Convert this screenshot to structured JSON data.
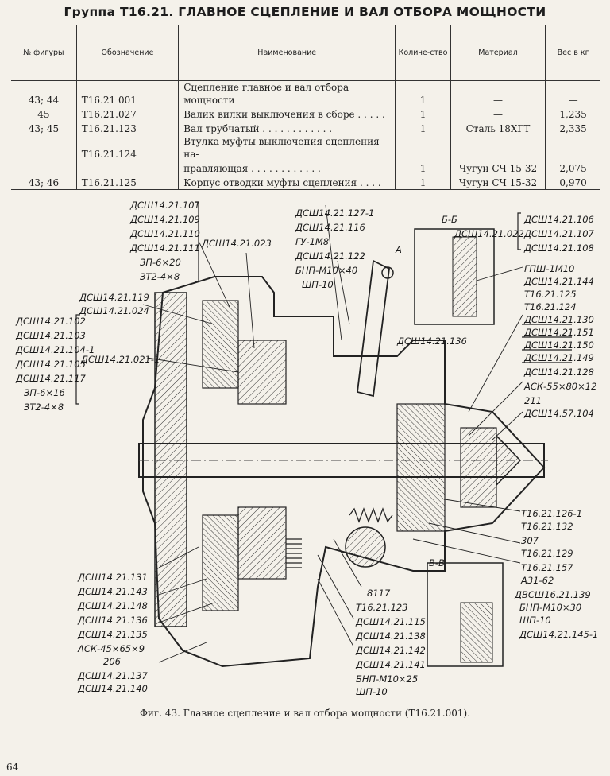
{
  "title": "Группа Т16.21. ГЛАВНОЕ СЦЕПЛЕНИЕ И ВАЛ ОТБОРА МОЩНОСТИ",
  "table": {
    "headers": [
      "№ фигуры",
      "Обозначение",
      "Наименование",
      "Количе-ство",
      "Материал",
      "Вес в кг"
    ],
    "rows": [
      {
        "fig": "43; 44",
        "code": "Т16.21 001",
        "name": "Сцепление главное и вал отбора мощности",
        "qty": "1",
        "mat": "—",
        "weight": "—"
      },
      {
        "fig": "45",
        "code": "Т16.21.027",
        "name": "Валик вилки выключения в сборе . . . . .",
        "qty": "1",
        "mat": "—",
        "weight": "1,235"
      },
      {
        "fig": "43; 45",
        "code": "Т16.21.123",
        "name": "Вал трубчатый . . . . . . . . . . . .",
        "qty": "1",
        "mat": "Сталь 18ХГТ",
        "weight": "2,335"
      },
      {
        "fig": "",
        "code": "Т16.21.124",
        "name": "Втулка муфты выключения сцепления на-",
        "qty": "",
        "mat": "",
        "weight": ""
      },
      {
        "fig": "",
        "code": "",
        "name": "правляющая . . . . . . . . . . . .",
        "qty": "1",
        "mat": "Чугун СЧ 15-32",
        "weight": "2,075"
      },
      {
        "fig": "43; 46",
        "code": "Т16.21.125",
        "name": "Корпус отводки муфты сцепления . . . .",
        "qty": "1",
        "mat": "Чугун СЧ 15-32",
        "weight": "0,970"
      }
    ]
  },
  "labels": {
    "left_top": [
      "ДСШ14.21.101",
      "ДСШ14.21.109",
      "ДСШ14.21.110",
      "ДСШ14.21.111",
      "ЗП-6×20",
      "ЗТ2-4×8"
    ],
    "left_top_ref": "ДСШ14.21.023",
    "left_mid_a": [
      "ДСШ14.21.119",
      "ДСШ14.21.024"
    ],
    "left_mid_b": [
      "ДСШ14.21.102",
      "ДСШ14.21.103",
      "ДСШ14.21.104-1",
      "ДСШ14.21.105",
      "ДСШ14.21.117",
      "ЗП-6×16",
      "ЗТ2-4×8"
    ],
    "left_mid_ref": "ДСШ14.21.021-1",
    "top_center": [
      "ДСШ14.21.127-1",
      "ДСШ14.21.116",
      "ГУ-1М8",
      "ДСШ14.21.122",
      "БНП-М10×40",
      "ШП-10"
    ],
    "section_bb": "Б-Б",
    "section_bb_ref": "ДСШ14.21.022",
    "top_right": [
      "ДСШ14.21.106",
      "ДСШ14.21.107",
      "ДСШ14.21.108"
    ],
    "arrow_a": "А",
    "mid_136": "ДСШ14.21.136",
    "right": [
      "ГПШ-1М10",
      "ДСШ14.21.144",
      "Т16.21.125",
      "Т16.21.124",
      "ДСШ14.21.130",
      "ДСШ14.21.151",
      "ДСШ14.21.150",
      "ДСШ14.21.149",
      "ДСШ14.21.128",
      "АСК-55×80×12",
      "211",
      "ДСШ14.57.104"
    ],
    "right_lower": [
      "Т16.21.126-1",
      "Т16.21.132",
      "307",
      "Т16.21.129",
      "Т16.21.157",
      "А31-62",
      "ДВСШ16.21.139",
      "БНП-М10×30",
      "ШП-10",
      "ДСШ14.21.145-1"
    ],
    "section_vv": "В-В",
    "bottom_left": [
      "ДСШ14.21.131",
      "ДСШ14.21.143",
      "ДСШ14.21.148",
      "ДСШ14.21.136",
      "ДСШ14.21.135",
      "АСК-45×65×9",
      "206",
      "ДСШ14.21.137",
      "ДСШ14.21.140"
    ],
    "bottom_center": [
      "8117",
      "Т16.21.123",
      "ДСШ14.21.115",
      "ДСШ14.21.138",
      "ДСШ14.21.142",
      "ДСШ14.21.141",
      "БНП-М10×25",
      "ШП-10"
    ]
  },
  "caption": "Фиг. 43. Главное сцепление и вал отбора мощности (Т16.21.001).",
  "page_number": "64"
}
